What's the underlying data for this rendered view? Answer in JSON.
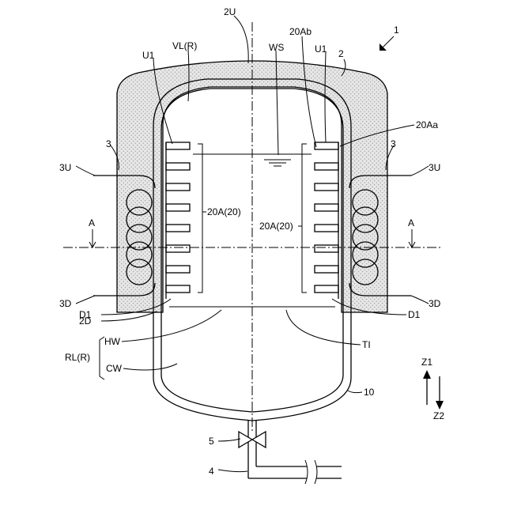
{
  "labels": {
    "ref_1": "1",
    "ref_2": "2",
    "ref_2U": "2U",
    "ref_2D": "2D",
    "ref_3_left": "3",
    "ref_3_right": "3",
    "ref_3U_left": "3U",
    "ref_3U_right": "3U",
    "ref_3D_left": "3D",
    "ref_3D_right": "3D",
    "ref_4": "4",
    "ref_5": "5",
    "ref_10": "10",
    "U1_left": "U1",
    "U1_right": "U1",
    "VL": "VL(R)",
    "WS": "WS",
    "ref_20Ab": "20Ab",
    "ref_20Aa": "20Aa",
    "ref_20A_left": "20A(20)",
    "ref_20A_right": "20A(20)",
    "A_left": "A",
    "A_right": "A",
    "D1_left": "D1",
    "D1_right": "D1",
    "HW": "HW",
    "CW": "CW",
    "RL": "RL(R)",
    "TI": "TI",
    "Z1": "Z1",
    "Z2": "Z2"
  },
  "colors": {
    "line": "#000000",
    "insulation_fill": "#e4e4e4",
    "background": "#ffffff"
  }
}
